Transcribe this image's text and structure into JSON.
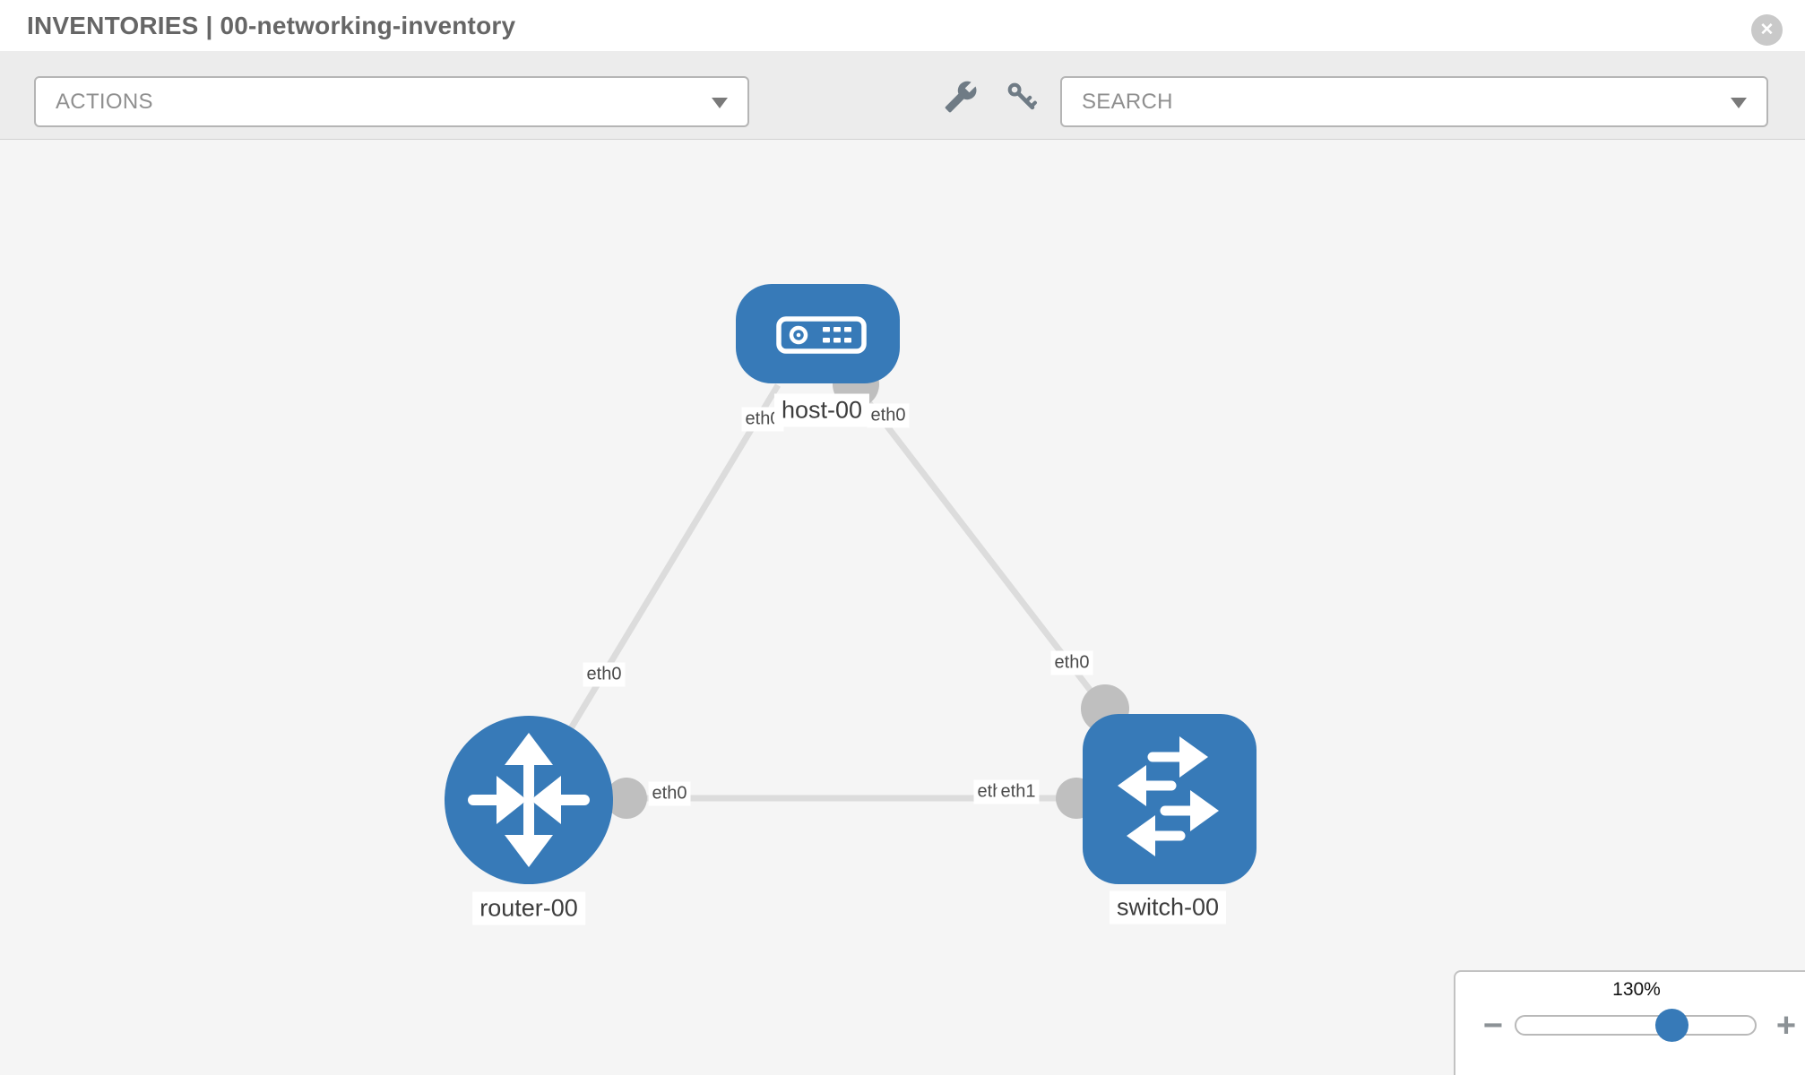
{
  "window": {
    "title": "INVENTORIES | 00-networking-inventory",
    "close_glyph": "✕"
  },
  "toolbar": {
    "actions": {
      "label": "ACTIONS"
    },
    "search": {
      "label": "SEARCH"
    },
    "icons": [
      "wrench-icon",
      "key-icon"
    ]
  },
  "topology": {
    "nodes": [
      {
        "id": "host-00",
        "type": "host",
        "label": "host-00"
      },
      {
        "id": "router-00",
        "type": "router",
        "label": "router-00"
      },
      {
        "id": "switch-00",
        "type": "switch",
        "label": "switch-00"
      }
    ],
    "links": [
      {
        "source": "host-00",
        "source_interface": "eth0",
        "target": "router-00",
        "target_interface": "eth0"
      },
      {
        "source": "host-00",
        "source_interface": "eth0",
        "target": "switch-00",
        "target_interface": "eth0"
      },
      {
        "source": "router-00",
        "source_interface": "eth0",
        "target": "switch-00",
        "target_interface": "eth1"
      }
    ]
  },
  "interface_chips": {
    "host_left": "eth0",
    "host_right": "eth0",
    "host_router_mid": "eth0",
    "host_switch_mid": "eth0",
    "router_right": "eth0",
    "switch_left_back": "eth0",
    "switch_left_front": "eth1"
  },
  "zoom_control": {
    "value": "130%",
    "minus_label": "−",
    "plus_label": "+"
  },
  "colors": {
    "node_blue": "#377ab8",
    "link_gray": "#dcdcdc",
    "connector_gray": "#bfbfbf"
  }
}
